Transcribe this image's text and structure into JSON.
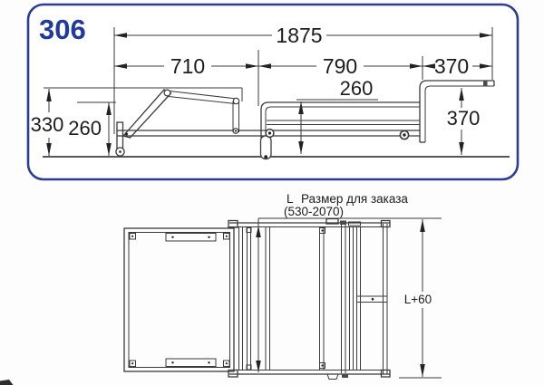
{
  "model_number": "306",
  "side_view": {
    "dim_total": "1875",
    "dim_back_section": "710",
    "dim_seat_section": "790",
    "dim_armrest_section": "370",
    "dim_height_overall": "330",
    "dim_height_left": "260",
    "dim_height_seat": "260",
    "dim_height_armrest": "370"
  },
  "top_view": {
    "order_size_prefix": "L",
    "order_size_label": "Размер для заказа",
    "order_size_range": "(530-2070)",
    "overall_length_label": "L+60"
  },
  "colors": {
    "accent_blue": "#2d3c94",
    "line_dark": "#3a3a3a"
  }
}
